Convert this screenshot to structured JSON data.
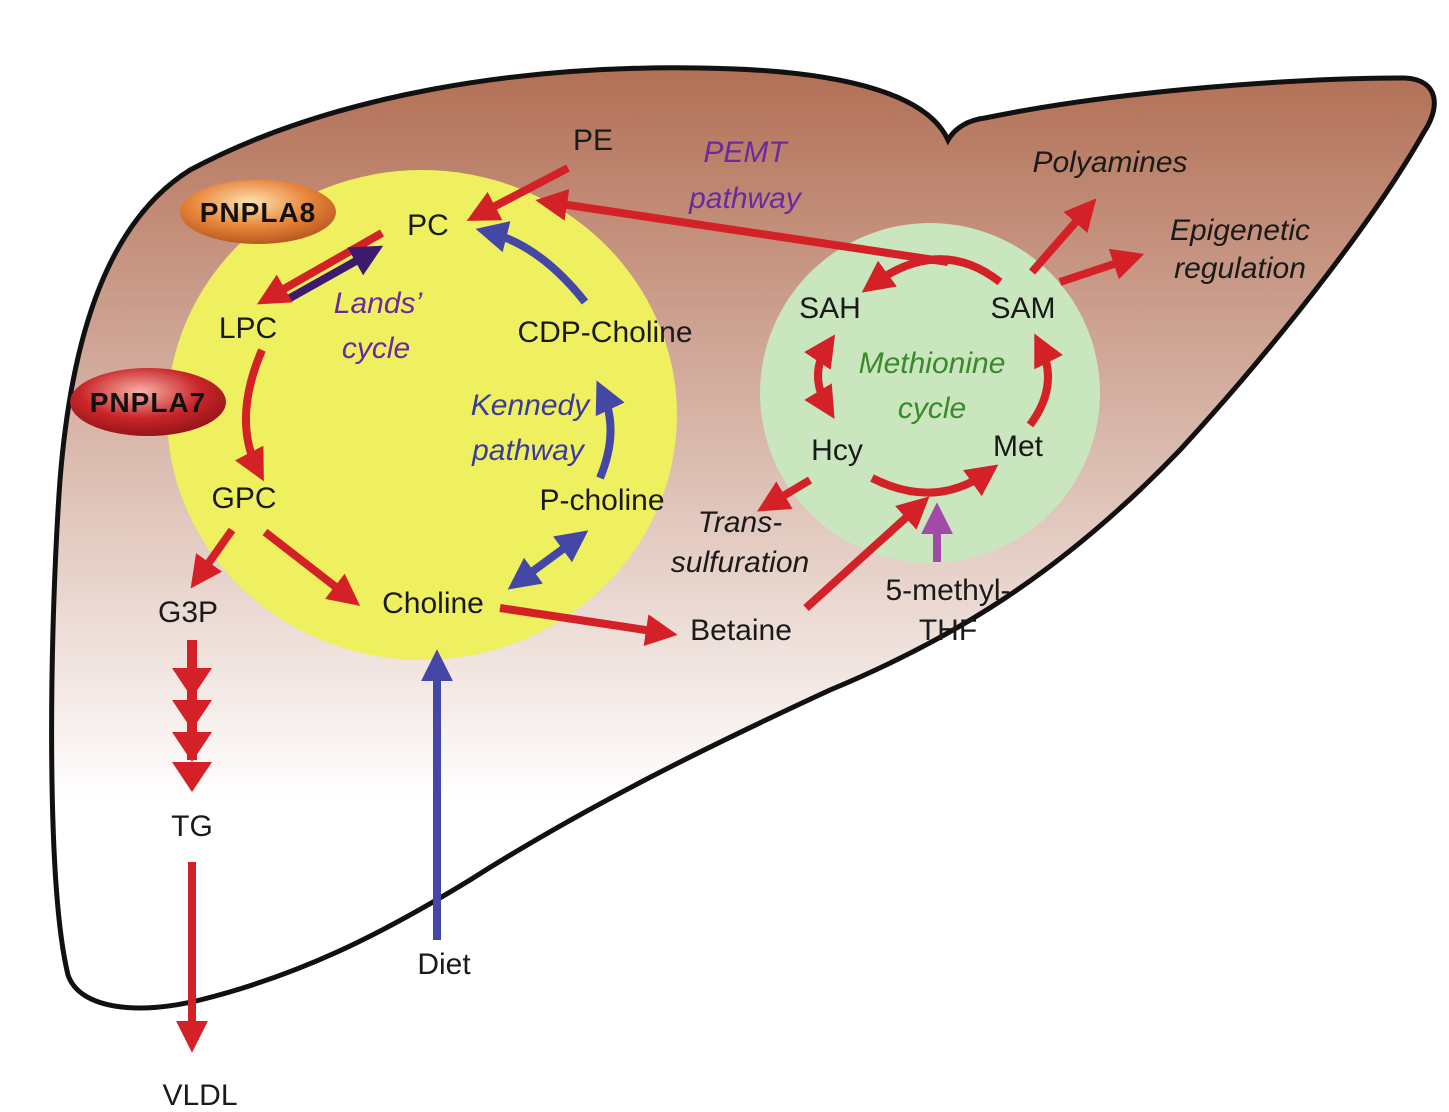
{
  "colors": {
    "liver_top": "#b26f55",
    "liver_bottom": "#ffffff",
    "outline": "#111111",
    "yellow_circle": "#eef060",
    "green_circle": "#c9e6bf",
    "red_arrow": "#d42127",
    "blue_arrow": "#4547a6",
    "purple_arrow": "#3d1a6e",
    "violet_arrow": "#a14aa8",
    "label_purple": "#6a2aa0",
    "label_blue": "#3b3b9c",
    "label_green": "#3a8a2c",
    "pill_orange": "#e8843a",
    "pill_red": "#c9262a"
  },
  "enzymes": {
    "pnpla8": "PNPLA8",
    "pnpla7": "PNPLA7"
  },
  "metabolites": {
    "pe": "PE",
    "pc": "PC",
    "lpc": "LPC",
    "gpc": "GPC",
    "g3p": "G3P",
    "tg": "TG",
    "vldl": "VLDL",
    "cdp_choline": "CDP-Choline",
    "p_choline": "P-choline",
    "choline": "Choline",
    "diet": "Diet",
    "betaine": "Betaine",
    "sah": "SAH",
    "sam": "SAM",
    "hcy": "Hcy",
    "met": "Met",
    "methyl_thf_1": "5-methyl-",
    "methyl_thf_2": "THF"
  },
  "pathways": {
    "pemt_1": "PEMT",
    "pemt_2": "pathway",
    "lands_1": "Lands’",
    "lands_2": "cycle",
    "kennedy_1": "Kennedy",
    "kennedy_2": "pathway",
    "methionine_1": "Methionine",
    "methionine_2": "cycle"
  },
  "outputs": {
    "polyamines": "Polyamines",
    "epigenetic_1": "Epigenetic",
    "epigenetic_2": "regulation",
    "transsulf_1": "Trans-",
    "transsulf_2": "sulfuration"
  }
}
